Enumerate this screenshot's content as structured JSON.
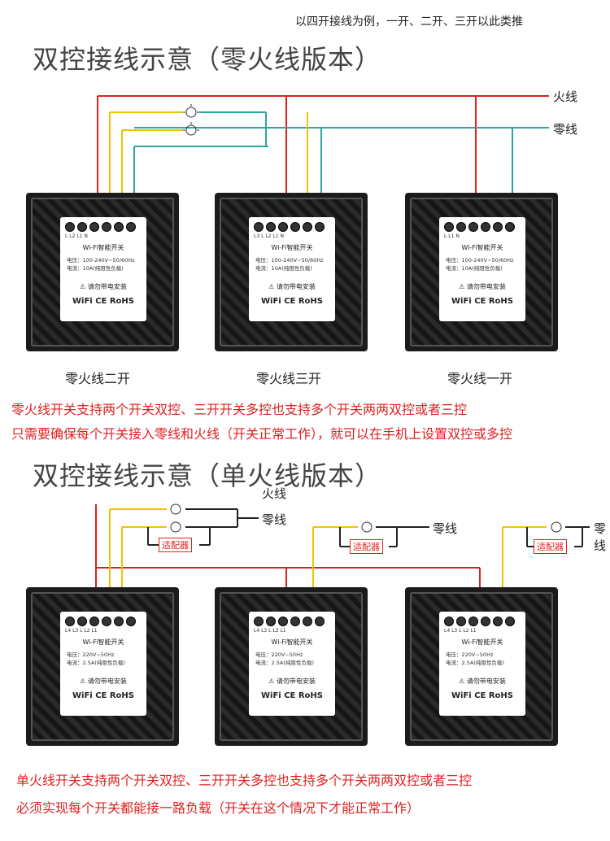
{
  "top_note": "以四开接线为例，一开、二开、三开以此类推",
  "section1": {
    "title": "双控接线示意（零火线版本）",
    "live_label": "火线",
    "neutral_label": "零线",
    "captions": [
      "零火线二开",
      "零火线三开",
      "零火线一开"
    ],
    "notes": [
      "零火线开关支持两个开关双控、三开开关多控也支持多个开关两两双控或者三控",
      "只需要确保每个开关接入零线和火线（开关正常工作），就可以在手机上设置双控或多控"
    ]
  },
  "section2": {
    "title": "双控接线示意（单火线版本）",
    "live_label": "火线",
    "neutral_labels": [
      "零线",
      "零线",
      "零线"
    ],
    "adapter_label": "适配器",
    "notes": [
      "单火线开关支持两个开关双控、三开开关多控也支持多个开关两两双控或者三控",
      "必须实现每个开关都能接一路负载（开关在这个情况下才能正常工作）"
    ]
  },
  "module_zero": {
    "title": "Wi-Fi智能开关",
    "voltage": "电压：100-240V~50/60Hz",
    "current": "电流：10A(纯阻性负载)",
    "warning": "⚠ 请勿带电安装",
    "marks": "WiFi CE RoHS",
    "terms_2gang": "L  L2  L1  N",
    "terms_3gang": "L3  L  L2  L1  N",
    "terms_1gang": "L  L1  N"
  },
  "module_single": {
    "title": "Wi-Fi智能开关",
    "voltage": "电压：220V~50Hz",
    "current": "电流：2.5A(纯阻性负载)",
    "warning": "⚠ 请勿带电安装",
    "marks": "WiFi CE RoHS",
    "terms": "L4  L3  L  L2  L1"
  },
  "colors": {
    "live": "#e02020",
    "neutral": "#2aa5a0",
    "load": "#f2c200",
    "black": "#222222"
  }
}
